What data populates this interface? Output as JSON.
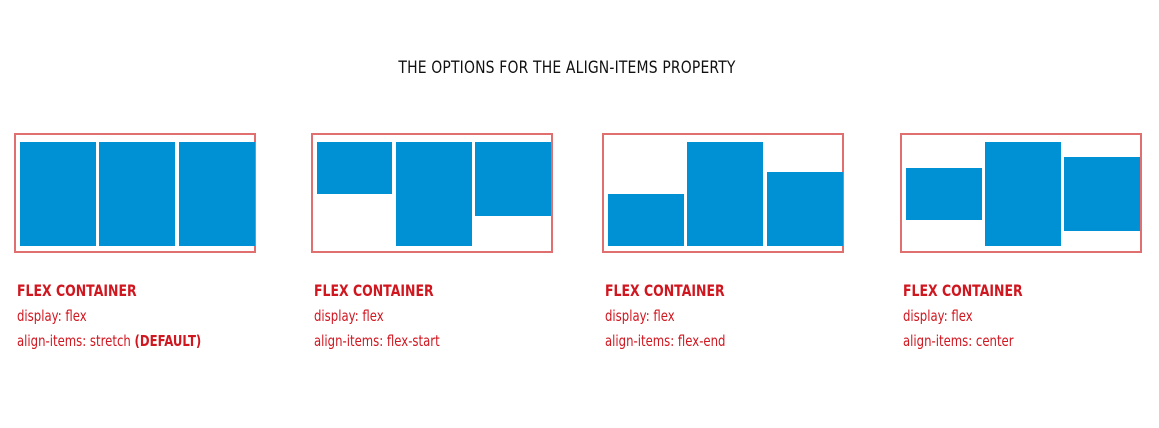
{
  "title": "THE OPTIONS FOR THE ALIGN-ITEMS PROPERTY",
  "panels": [
    {
      "heading": "FLEX CONTAINER",
      "display": "display: flex",
      "align": "align-items: stretch",
      "align_note": "(DEFAULT)"
    },
    {
      "heading": "FLEX CONTAINER",
      "display": "display: flex",
      "align": "align-items: flex-start"
    },
    {
      "heading": "FLEX CONTAINER",
      "display": "display: flex",
      "align": "align-items: flex-end"
    },
    {
      "heading": "FLEX CONTAINER",
      "display": "display: flex",
      "align": "align-items: center"
    }
  ],
  "colors": {
    "item": "#0091d5",
    "container_border": "#e07070",
    "caption": "#d0161f"
  }
}
